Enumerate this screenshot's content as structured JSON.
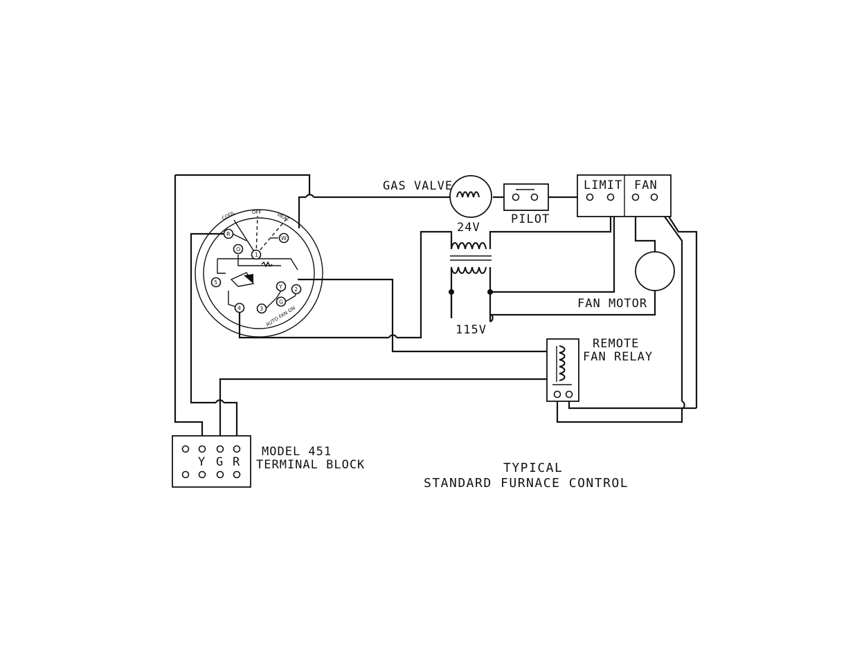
{
  "labels": {
    "gas_valve": "GAS VALVE",
    "pilot": "PILOT",
    "limit": "LIMIT",
    "fan": "FAN",
    "v24": "24V",
    "v115": "115V",
    "fan_motor": "FAN MOTOR",
    "remote_line1": "REMOTE",
    "remote_line2": "FAN RELAY",
    "model_line1": "MODEL 451",
    "model_line2": "TERMINAL BLOCK",
    "caption_line1": "TYPICAL",
    "caption_line2": "STANDARD FURNACE CONTROL"
  },
  "terminal_block": {
    "terminals": [
      "Y",
      "G",
      "R"
    ]
  },
  "thermostat": {
    "modes": [
      "COOL",
      "OFF",
      "HEAT"
    ],
    "fan_modes": "AUTO FAN ON",
    "terminals": [
      "R",
      "O",
      "1",
      "W",
      "5",
      "Y",
      "2",
      "G",
      "3",
      "4"
    ]
  }
}
